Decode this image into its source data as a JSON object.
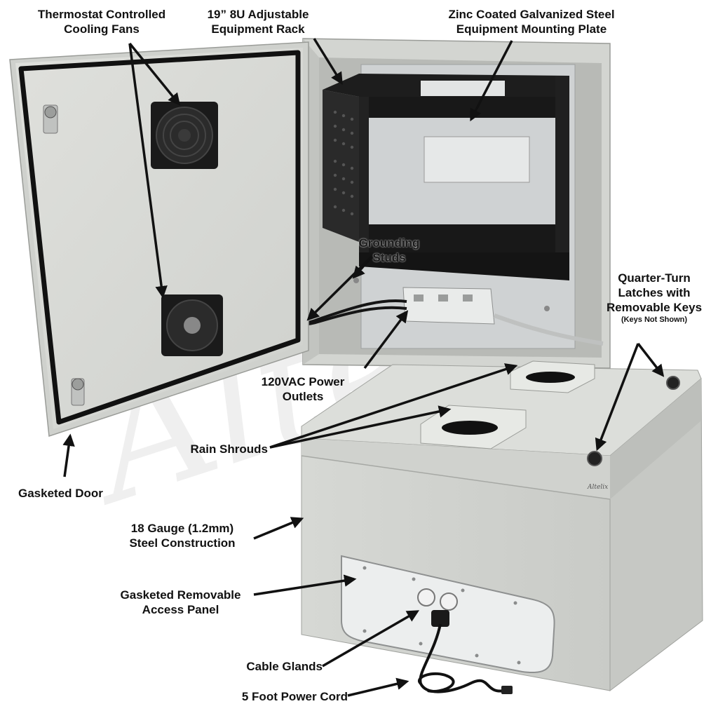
{
  "watermark": "Altelix",
  "brand_mark": "Altelix",
  "labels": {
    "fans": [
      "Thermostat Controlled",
      "Cooling Fans"
    ],
    "rack": [
      "19” 8U Adjustable",
      "Equipment Rack"
    ],
    "plate": [
      "Zinc Coated Galvanized Steel",
      "Equipment Mounting Plate"
    ],
    "grounding": [
      "Grounding",
      "Studs"
    ],
    "latches": [
      "Quarter-Turn",
      "Latches with",
      "Removable Keys"
    ],
    "latches_note": "(Keys Not Shown)",
    "outlets": [
      "120VAC Power",
      "Outlets"
    ],
    "rain": "Rain Shrouds",
    "door": "Gasketed Door",
    "steel": [
      "18 Gauge (1.2mm)",
      "Steel Construction"
    ],
    "panel": [
      "Gasketed Removable",
      "Access Panel"
    ],
    "glands": "Cable Glands",
    "cord": "5 Foot Power Cord"
  },
  "colors": {
    "enclosure": "#d9dbd7",
    "enclosure_shade": "#c4c6c2",
    "rack": "#1c1c1c",
    "gasket": "#111111",
    "text": "#111111"
  }
}
